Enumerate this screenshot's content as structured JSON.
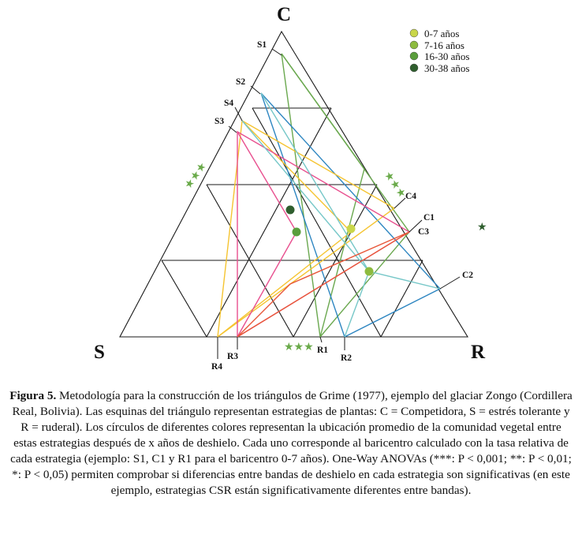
{
  "corners": {
    "top": "C",
    "left": "S",
    "right": "R"
  },
  "vertex_labels": {
    "S1": "S1",
    "S2": "S2",
    "S3": "S3",
    "S4": "S4",
    "C1": "C1",
    "C2": "C2",
    "C3": "C3",
    "C4": "C4",
    "R1": "R1",
    "R2": "R2",
    "R3": "R3",
    "R4": "R4"
  },
  "legend": [
    {
      "label": "0-7 años",
      "color": "#c9d64a"
    },
    {
      "label": "7-16 años",
      "color": "#8dbb3f"
    },
    {
      "label": "16-30 años",
      "color": "#5a9e3c"
    },
    {
      "label": "30-38 años",
      "color": "#2f5e2e"
    }
  ],
  "significance": {
    "S": "★★★",
    "C": "★★★",
    "R": "★",
    "bottom": "★★★"
  },
  "colors": {
    "band_0_7": "#f5c431",
    "band_7_16": "#6aa84f",
    "band_16_30": "#2e86c1",
    "band_30_38": "#e8508f",
    "band_teal": "#76c7c8",
    "band_red": "#e8573a",
    "star_light": "#6aaa4a",
    "star_dark": "#2f5e2e",
    "grid": "#1a1a1a"
  },
  "caption": {
    "label": "Figura 5.",
    "text": "Metodología para la construcción de los triángulos de Grime (1977), ejemplo del glaciar Zongo (Cordillera Real, Bolivia). Las esquinas del triángulo representan estrategias de plantas: C = Competidora, S = estrés tolerante y R = ruderal). Los círculos de diferentes colores representan la ubicación promedio de la comunidad vegetal entre estas estrategias después de x años de deshielo. Cada uno corresponde al baricentro calculado con la tasa relativa de cada estrategia (ejemplo: S1, C1 y R1 para el baricentro 0-7 años). One-Way ANOVAs (***: P < 0,001; **: P < 0,01; *: P < 0,05) permiten comprobar si diferencias entre bandas de deshielo en cada estrategia son significativas (en este ejemplo, estrategias CSR están significativamente diferentes entre bandas)."
  }
}
